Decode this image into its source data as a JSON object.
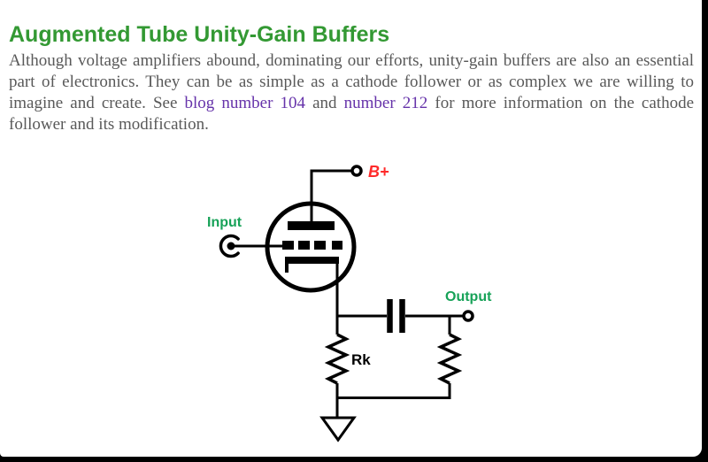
{
  "header": {
    "title": "Augmented Tube Unity-Gain Buffers"
  },
  "article": {
    "intro_before_link1": "Although voltage amplifiers abound, dominating our efforts, unity-gain buffers are also an essential part of electronics. They can be as simple as a cathode follower or as complex we are willing to imagine and create. See ",
    "link1": "blog number 104",
    "between_links": " and ",
    "link2": "number 212",
    "after_link2": " for more information on the cathode follower and its modification."
  },
  "circuit": {
    "labels": {
      "supply": "B+",
      "input": "Input",
      "output": "Output",
      "cathode_resistor": "Rk"
    },
    "colors": {
      "supply_label": "#FF2A2A",
      "io_labels": "#17A258",
      "wires": "#000000"
    }
  },
  "theme": {
    "heading_color": "#339933",
    "body_text_color": "#595959",
    "link_color": "#6633AA",
    "background": "#FFFFFF",
    "frame_color": "#000000"
  }
}
